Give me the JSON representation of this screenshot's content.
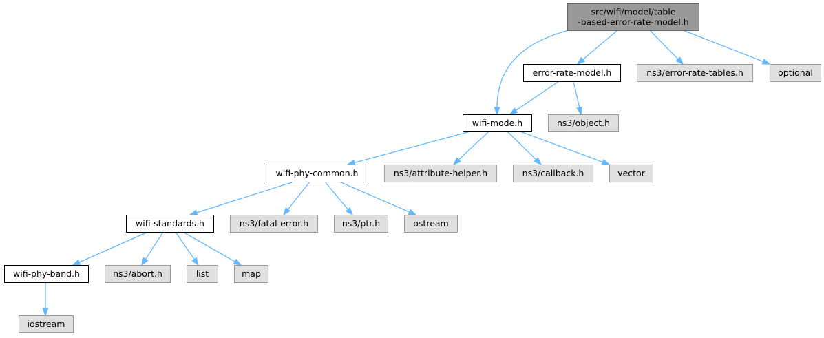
{
  "graph": {
    "colors": {
      "root_fill": "#999999",
      "root_border": "#666666",
      "project_fill": "#ffffff",
      "project_border": "#000000",
      "external_fill": "#e0e0e0",
      "external_border": "#999999",
      "edge": "#63b8ff"
    },
    "nodes": {
      "root": {
        "lines": [
          "src/wifi/model/table",
          "-based-error-rate-model.h"
        ],
        "kind": "root"
      },
      "error_rate_model": {
        "lines": [
          "error-rate-model.h"
        ],
        "kind": "project"
      },
      "error_rate_tables": {
        "lines": [
          "ns3/error-rate-tables.h"
        ],
        "kind": "external"
      },
      "optional": {
        "lines": [
          "optional"
        ],
        "kind": "external"
      },
      "wifi_mode": {
        "lines": [
          "wifi-mode.h"
        ],
        "kind": "project"
      },
      "object": {
        "lines": [
          "ns3/object.h"
        ],
        "kind": "external"
      },
      "wifi_phy_common": {
        "lines": [
          "wifi-phy-common.h"
        ],
        "kind": "project"
      },
      "attribute_helper": {
        "lines": [
          "ns3/attribute-helper.h"
        ],
        "kind": "external"
      },
      "callback": {
        "lines": [
          "ns3/callback.h"
        ],
        "kind": "external"
      },
      "vector": {
        "lines": [
          "vector"
        ],
        "kind": "external"
      },
      "wifi_standards": {
        "lines": [
          "wifi-standards.h"
        ],
        "kind": "project"
      },
      "fatal_error": {
        "lines": [
          "ns3/fatal-error.h"
        ],
        "kind": "external"
      },
      "ptr": {
        "lines": [
          "ns3/ptr.h"
        ],
        "kind": "external"
      },
      "ostream": {
        "lines": [
          "ostream"
        ],
        "kind": "external"
      },
      "wifi_phy_band": {
        "lines": [
          "wifi-phy-band.h"
        ],
        "kind": "project"
      },
      "abort": {
        "lines": [
          "ns3/abort.h"
        ],
        "kind": "external"
      },
      "list": {
        "lines": [
          "list"
        ],
        "kind": "external"
      },
      "map": {
        "lines": [
          "map"
        ],
        "kind": "external"
      },
      "iostream": {
        "lines": [
          "iostream"
        ],
        "kind": "external"
      }
    },
    "edges": [
      [
        "root",
        "wifi_mode"
      ],
      [
        "root",
        "error_rate_model"
      ],
      [
        "root",
        "error_rate_tables"
      ],
      [
        "root",
        "optional"
      ],
      [
        "error_rate_model",
        "wifi_mode"
      ],
      [
        "error_rate_model",
        "object"
      ],
      [
        "wifi_mode",
        "wifi_phy_common"
      ],
      [
        "wifi_mode",
        "attribute_helper"
      ],
      [
        "wifi_mode",
        "callback"
      ],
      [
        "wifi_mode",
        "vector"
      ],
      [
        "wifi_phy_common",
        "wifi_standards"
      ],
      [
        "wifi_phy_common",
        "fatal_error"
      ],
      [
        "wifi_phy_common",
        "ptr"
      ],
      [
        "wifi_phy_common",
        "ostream"
      ],
      [
        "wifi_standards",
        "wifi_phy_band"
      ],
      [
        "wifi_standards",
        "abort"
      ],
      [
        "wifi_standards",
        "list"
      ],
      [
        "wifi_standards",
        "map"
      ],
      [
        "wifi_phy_band",
        "iostream"
      ]
    ]
  }
}
